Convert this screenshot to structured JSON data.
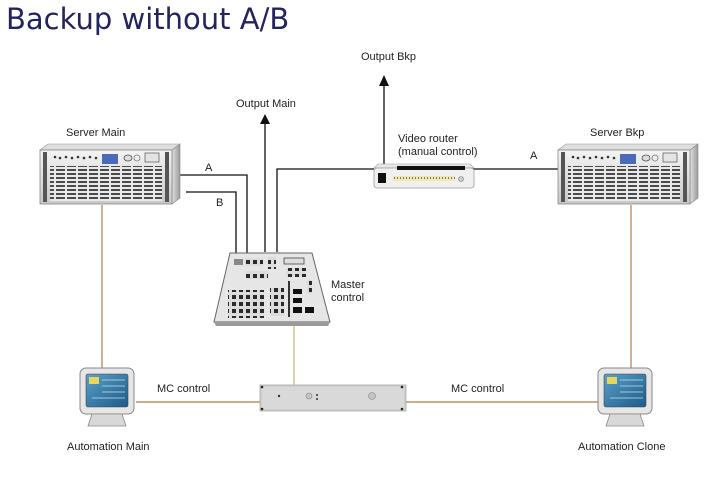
{
  "title": "Backup without A/B",
  "nodes": {
    "server_main": {
      "label": "Server Main"
    },
    "server_bkp": {
      "label": "Server Bkp"
    },
    "master_control": {
      "label_line1": "Master",
      "label_line2": "control"
    },
    "video_router": {
      "label_line1": "Video router",
      "label_line2": "(manual control)"
    },
    "automation_main": {
      "label": "Automation Main"
    },
    "automation_clone": {
      "label": "Automation Clone"
    },
    "mc_switch": {
      "label": ""
    }
  },
  "outputs": {
    "main": "Output Main",
    "bkp": "Output Bkp"
  },
  "connections": {
    "server_main_a": "A",
    "server_main_b": "B",
    "server_bkp_a": "A",
    "mc_control_left": "MC control",
    "mc_control_right": "MC control"
  },
  "colors": {
    "title": "#23235e",
    "signal_line": "#111111",
    "control_line": "#b07a4a",
    "control_line_vertical": "#c9b47a"
  }
}
